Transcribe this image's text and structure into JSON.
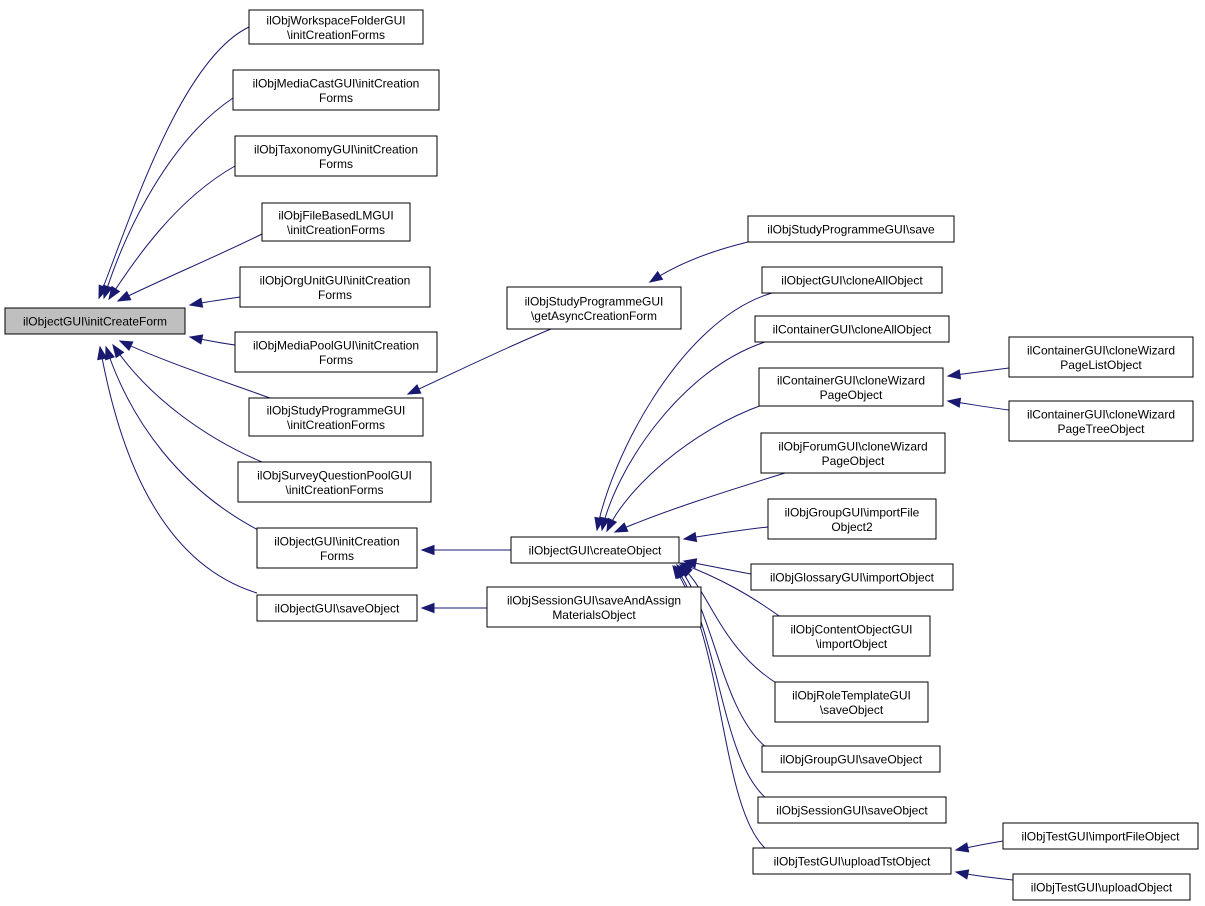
{
  "graph": {
    "nodes": [
      {
        "id": "root",
        "lines": [
          "ilObjectGUI\\initCreateForm"
        ]
      },
      {
        "id": "ws",
        "lines": [
          "ilObjWorkspaceFolderGUI",
          "\\initCreationForms"
        ]
      },
      {
        "id": "mc",
        "lines": [
          "ilObjMediaCastGUI\\initCreation",
          "Forms"
        ]
      },
      {
        "id": "tax",
        "lines": [
          "ilObjTaxonomyGUI\\initCreation",
          "Forms"
        ]
      },
      {
        "id": "fblm",
        "lines": [
          "ilObjFileBasedLMGUI",
          "\\initCreationForms"
        ]
      },
      {
        "id": "org",
        "lines": [
          "ilObjOrgUnitGUI\\initCreation",
          "Forms"
        ]
      },
      {
        "id": "mp",
        "lines": [
          "ilObjMediaPoolGUI\\initCreation",
          "Forms"
        ]
      },
      {
        "id": "sp",
        "lines": [
          "ilObjStudyProgrammeGUI",
          "\\initCreationForms"
        ]
      },
      {
        "id": "sqp",
        "lines": [
          "ilObjSurveyQuestionPoolGUI",
          "\\initCreationForms"
        ]
      },
      {
        "id": "oicf",
        "lines": [
          "ilObjectGUI\\initCreation",
          "Forms"
        ]
      },
      {
        "id": "oso",
        "lines": [
          "ilObjectGUI\\saveObject"
        ]
      },
      {
        "id": "spasync",
        "lines": [
          "ilObjStudyProgrammeGUI",
          "\\getAsyncCreationForm"
        ]
      },
      {
        "id": "co",
        "lines": [
          "ilObjectGUI\\createObject"
        ]
      },
      {
        "id": "sesassign",
        "lines": [
          "ilObjSessionGUI\\saveAndAssign",
          "MaterialsObject"
        ]
      },
      {
        "id": "spsave",
        "lines": [
          "ilObjStudyProgrammeGUI\\save"
        ]
      },
      {
        "id": "ocao",
        "lines": [
          "ilObjectGUI\\cloneAllObject"
        ]
      },
      {
        "id": "ccao",
        "lines": [
          "ilContainerGUI\\cloneAllObject"
        ]
      },
      {
        "id": "ccwpo",
        "lines": [
          "ilContainerGUI\\cloneWizard",
          "PageObject"
        ]
      },
      {
        "id": "cclist",
        "lines": [
          "ilContainerGUI\\cloneWizard",
          "PageListObject"
        ]
      },
      {
        "id": "cctree",
        "lines": [
          "ilContainerGUI\\cloneWizard",
          "PageTreeObject"
        ]
      },
      {
        "id": "forum",
        "lines": [
          "ilObjForumGUI\\cloneWizard",
          "PageObject"
        ]
      },
      {
        "id": "grpimp",
        "lines": [
          "ilObjGroupGUI\\importFile",
          "Object2"
        ]
      },
      {
        "id": "gloss",
        "lines": [
          "ilObjGlossaryGUI\\importObject"
        ]
      },
      {
        "id": "cont",
        "lines": [
          "ilObjContentObjectGUI",
          "\\importObject"
        ]
      },
      {
        "id": "role",
        "lines": [
          "ilObjRoleTemplateGUI",
          "\\saveObject"
        ]
      },
      {
        "id": "grpsave",
        "lines": [
          "ilObjGroupGUI\\saveObject"
        ]
      },
      {
        "id": "sessave",
        "lines": [
          "ilObjSessionGUI\\saveObject"
        ]
      },
      {
        "id": "tstupl",
        "lines": [
          "ilObjTestGUI\\uploadTstObject"
        ]
      },
      {
        "id": "tstimp",
        "lines": [
          "ilObjTestGUI\\importFileObject"
        ]
      },
      {
        "id": "tstuplobj",
        "lines": [
          "ilObjTestGUI\\uploadObject"
        ]
      }
    ],
    "edges": [
      [
        "ws",
        "root"
      ],
      [
        "mc",
        "root"
      ],
      [
        "tax",
        "root"
      ],
      [
        "fblm",
        "root"
      ],
      [
        "org",
        "root"
      ],
      [
        "mp",
        "root"
      ],
      [
        "sp",
        "root"
      ],
      [
        "sqp",
        "root"
      ],
      [
        "oicf",
        "root"
      ],
      [
        "oso",
        "root"
      ],
      [
        "spasync",
        "sp"
      ],
      [
        "spsave",
        "spasync"
      ],
      [
        "co",
        "oicf"
      ],
      [
        "sesassign",
        "oso"
      ],
      [
        "ocao",
        "co"
      ],
      [
        "ccao",
        "co"
      ],
      [
        "ccwpo",
        "co"
      ],
      [
        "forum",
        "co"
      ],
      [
        "grpimp",
        "co"
      ],
      [
        "gloss",
        "co"
      ],
      [
        "cont",
        "co"
      ],
      [
        "role",
        "co"
      ],
      [
        "grpsave",
        "co"
      ],
      [
        "sessave",
        "co"
      ],
      [
        "tstupl",
        "co"
      ],
      [
        "cclist",
        "ccwpo"
      ],
      [
        "cctree",
        "ccwpo"
      ],
      [
        "tstimp",
        "tstupl"
      ],
      [
        "tstuplobj",
        "tstupl"
      ]
    ]
  }
}
